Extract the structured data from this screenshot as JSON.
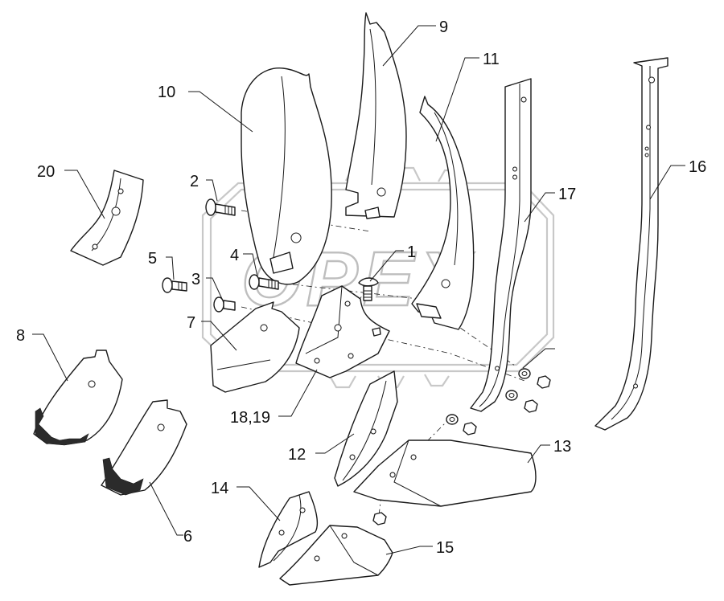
{
  "watermark": {
    "text": "OPEX"
  },
  "callouts": [
    {
      "id": "10",
      "text": "10"
    },
    {
      "id": "9",
      "text": "9"
    },
    {
      "id": "11",
      "text": "11"
    },
    {
      "id": "16",
      "text": "16"
    },
    {
      "id": "17",
      "text": "17"
    },
    {
      "id": "20",
      "text": "20"
    },
    {
      "id": "2",
      "text": "2"
    },
    {
      "id": "5",
      "text": "5"
    },
    {
      "id": "4",
      "text": "4"
    },
    {
      "id": "1",
      "text": "1"
    },
    {
      "id": "3",
      "text": "3"
    },
    {
      "id": "7",
      "text": "7"
    },
    {
      "id": "8",
      "text": "8"
    },
    {
      "id": "18-19",
      "text": "18,19"
    },
    {
      "id": "12",
      "text": "12"
    },
    {
      "id": "13",
      "text": "13"
    },
    {
      "id": "14",
      "text": "14"
    },
    {
      "id": "6",
      "text": "6"
    },
    {
      "id": "15",
      "text": "15"
    }
  ]
}
